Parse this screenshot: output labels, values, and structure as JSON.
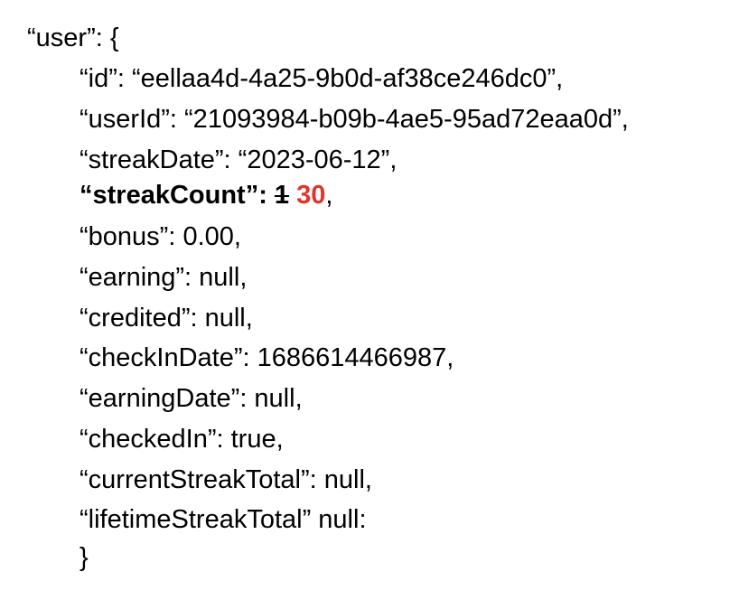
{
  "json_doc": {
    "open_line": "“user”: {",
    "lines": [
      "“id”: “eellaa4d-4a25-9b0d-af38ce246dc0”,",
      "“userId”: “21093984-b09b-4ae5-95ad72eaa0d”,",
      "“streakDate”: “2023-06-12”,"
    ],
    "streak_count": {
      "key": "“streakCount”: ",
      "old_value": "1",
      "new_value": "30",
      "trailing": ","
    },
    "lines_after": [
      "“bonus”: 0.00,",
      "“earning”: null,",
      "“credited”: null,",
      "“checkInDate”: 1686614466987,",
      "“earningDate”: null,",
      "“checkedIn”: true,",
      "“currentStreakTotal”: null,",
      "“lifetimeStreakTotal” null:"
    ],
    "close_line": "}",
    "colors": {
      "text": "#000000",
      "highlight": "#e0342b",
      "background": "#ffffff"
    }
  }
}
